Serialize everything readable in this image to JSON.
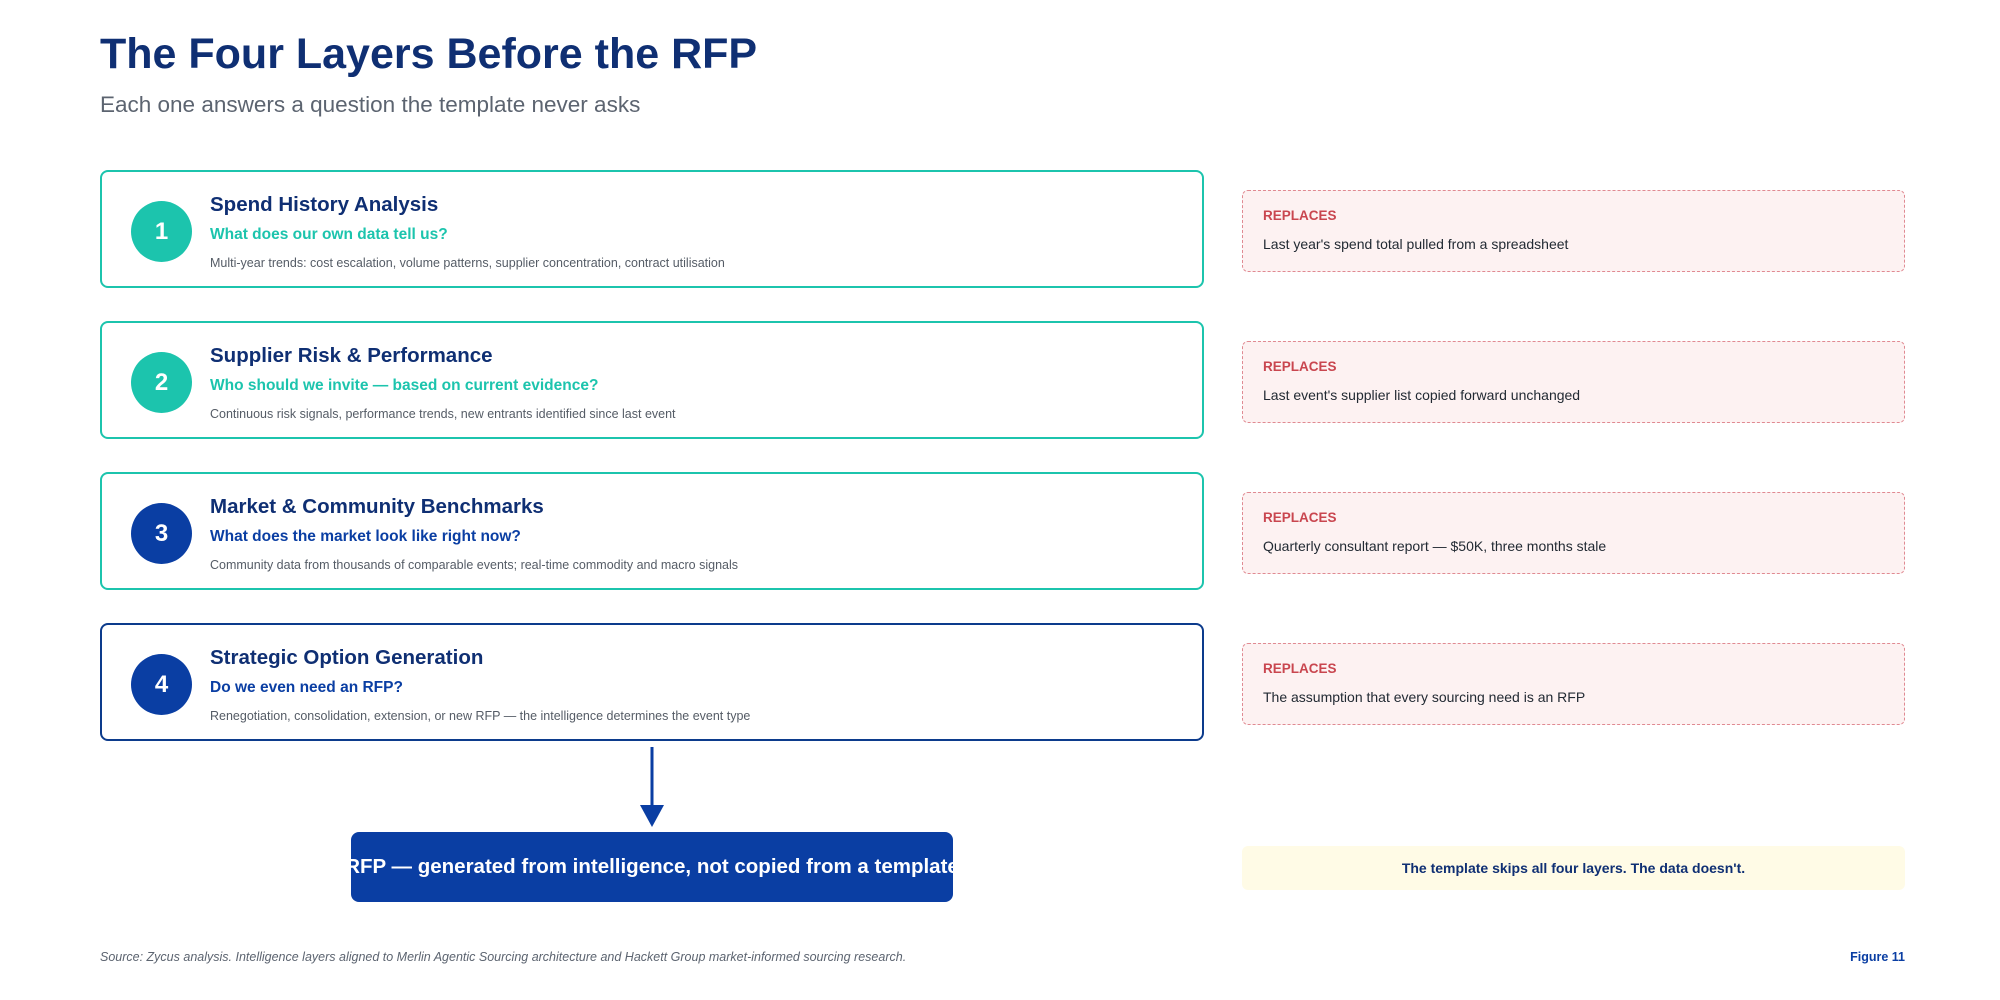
{
  "header": {
    "title": "The Four Layers Before the RFP",
    "subtitle": "Each one answers a question the template never asks"
  },
  "layers": [
    {
      "number": "1",
      "title": "Spend History Analysis",
      "question": "What does our own data tell us?",
      "description": "Multi-year trends: cost escalation, volume patterns, supplier concentration, contract utilisation",
      "replaces_label": "REPLACES",
      "replaces_text": "Last year's spend total pulled from a spreadsheet"
    },
    {
      "number": "2",
      "title": "Supplier Risk & Performance",
      "question": "Who should we invite — based on current evidence?",
      "description": "Continuous risk signals, performance trends, new entrants identified since last event",
      "replaces_label": "REPLACES",
      "replaces_text": "Last event's supplier list copied forward unchanged"
    },
    {
      "number": "3",
      "title": "Market & Community Benchmarks",
      "question": "What does the market look like right now?",
      "description": "Community data from thousands of comparable events; real-time commodity and macro signals",
      "replaces_label": "REPLACES",
      "replaces_text": "Quarterly consultant report — $50K, three months stale"
    },
    {
      "number": "4",
      "title": "Strategic Option Generation",
      "question": "Do we even need an RFP?",
      "description": "Renegotiation, consolidation, extension, or new RFP — the intelligence determines the event type",
      "replaces_label": "REPLACES",
      "replaces_text": "The assumption that every sourcing need is an RFP"
    }
  ],
  "result_box": "RFP — generated from intelligence, not copied from a template",
  "callout": "The template skips all four layers. The data doesn't.",
  "footer": {
    "source": "Source: Zycus analysis. Intelligence layers aligned to Merlin Agentic Sourcing architecture and Hackett Group market-informed sourcing research.",
    "figure_label": "Figure 11"
  },
  "colors": {
    "navy_text": "#0f2f73",
    "teal_accent": "#1cc4ad",
    "blue_accent": "#0a3ea3",
    "replace_red": "#c9464f",
    "replace_bg": "#fdf2f2",
    "callout_bg": "#fffbe6"
  }
}
